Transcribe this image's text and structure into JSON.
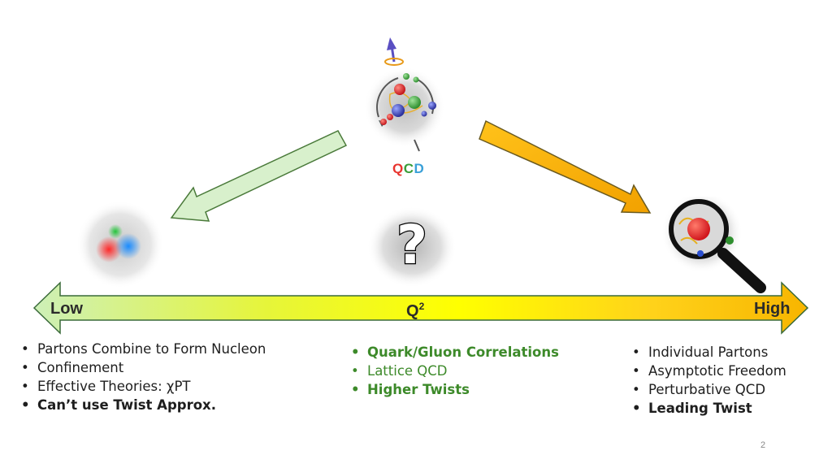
{
  "top_icon": {
    "label_parts": [
      "Q",
      "C",
      "D"
    ],
    "colors": [
      "#e8342e",
      "#3a9e3a",
      "#3aa0d8"
    ]
  },
  "middle_icon": {
    "glyph": "?"
  },
  "axis": {
    "left": "Low",
    "middle": "Q",
    "middle_sup": "2",
    "right": "High"
  },
  "columns": {
    "left": [
      "Partons Combine to Form Nucleon",
      "Confinement",
      "Effective Theories: χPT",
      "Can’t use Twist Approx."
    ],
    "middle": [
      "Quark/Gluon Correlations",
      "Lattice QCD",
      "Higher Twists"
    ],
    "right": [
      "Individual Partons",
      "Asymptotic Freedom",
      "Perturbative QCD",
      "Leading Twist"
    ]
  },
  "page_number": "2",
  "colors": {
    "green_text": "#3d8a2a",
    "arrow_left_fill": "#d8f0cc",
    "arrow_right_fill": "#f7b500"
  }
}
